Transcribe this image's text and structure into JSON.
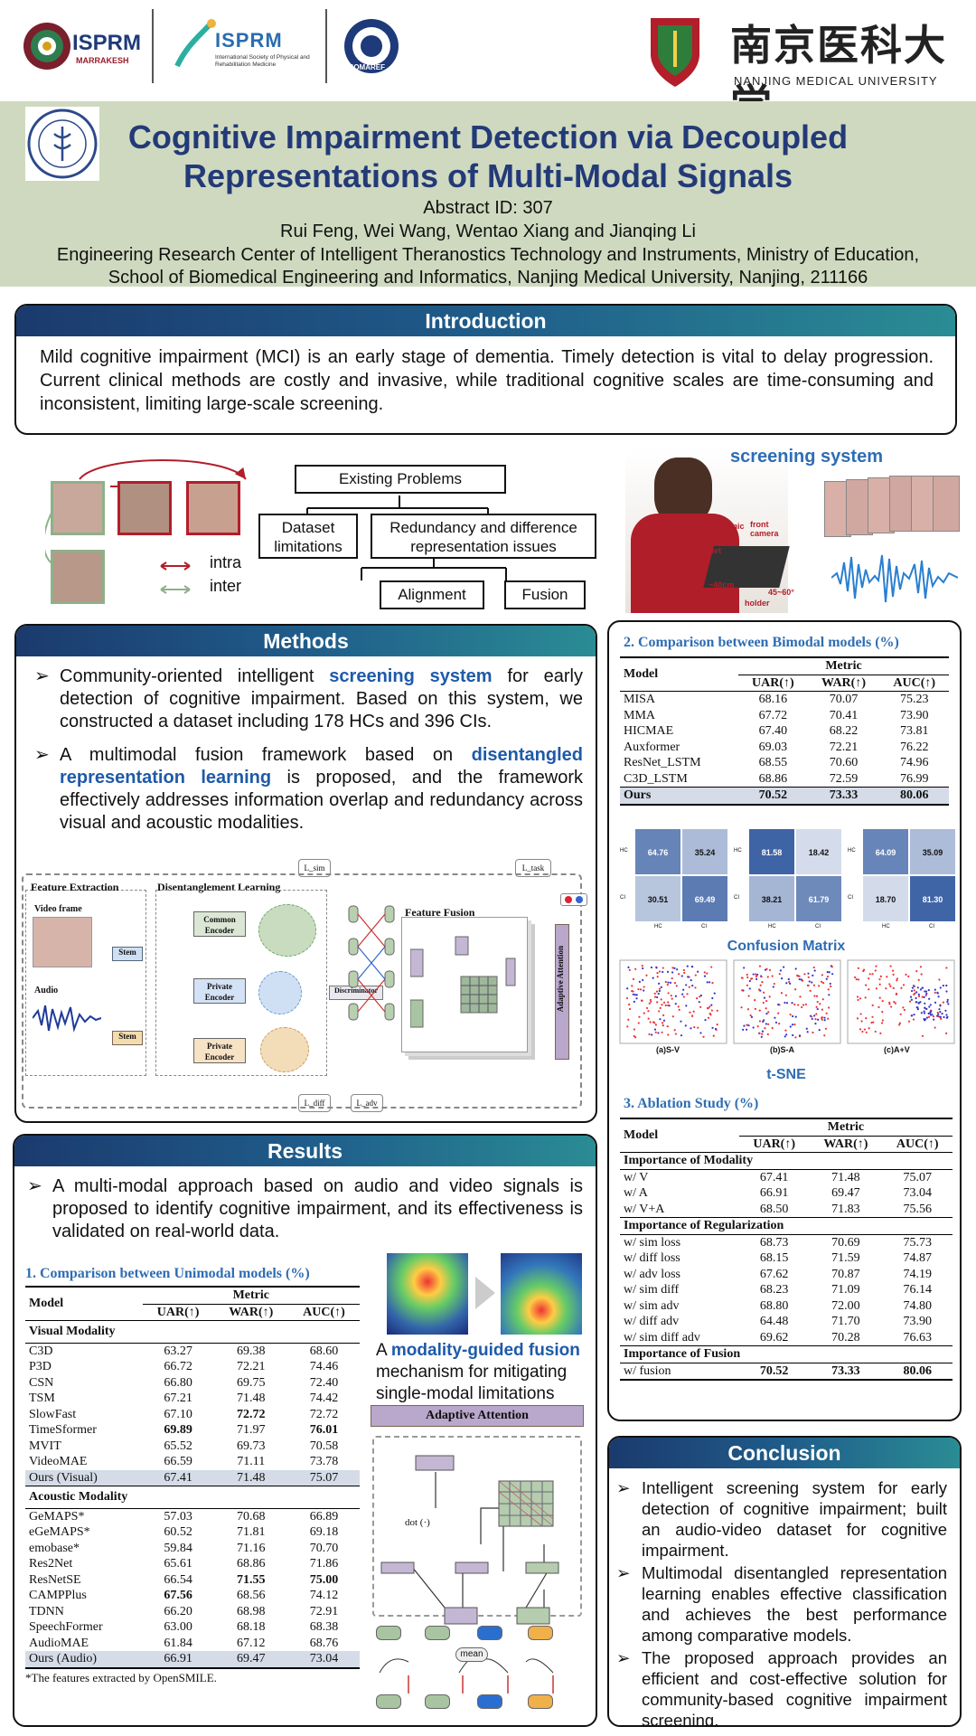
{
  "logos": {
    "isprm1_name": "ISPRM",
    "isprm1_sub": "MARRAKESH",
    "isprm2_name": "ISPRM",
    "isprm2_sub": "International Society of Physical and Rehabilitation Medicine",
    "somaref": "SOMAREF",
    "nmu_cn": "南京医科大学",
    "nmu_en": "NANJING MEDICAL UNIVERSITY"
  },
  "header": {
    "title": "Cognitive Impairment Detection via Decoupled Representations of Multi-Modal Signals",
    "abstract_id": "Abstract ID: 307",
    "authors": "Rui Feng, Wei Wang, Wentao Xiang and Jianqing Li",
    "affiliation1": "Engineering Research Center of Intelligent Theranostics Technology and Instruments, Ministry of Education,",
    "affiliation2": "School of Biomedical Engineering and Informatics, Nanjing Medical University, Nanjing, 211166"
  },
  "introduction": {
    "heading": "Introduction",
    "text": "Mild cognitive impairment (MCI) is an early stage of dementia. Timely detection is vital to delay progression. Current clinical methods are costly and invasive, while traditional cognitive scales are time-consuming and inconsistent, limiting large-scale screening."
  },
  "problems": {
    "root": "Existing Problems",
    "dataset": "Dataset limitations",
    "redundancy": "Redundancy and difference representation issues",
    "alignment": "Alignment",
    "fusion": "Fusion",
    "legend_intra": "intra",
    "legend_inter": "inter"
  },
  "screening": {
    "label": "screening system",
    "mic": "mic",
    "front_camera": "front camera",
    "tablet": "tablet",
    "holder": "holder",
    "angle": "45~60°",
    "distance": "~40cm"
  },
  "methods": {
    "heading": "Methods",
    "bullet1_pre": "Community-oriented intelligent ",
    "bullet1_hl": "screening system",
    "bullet1_post": " for early detection of cognitive impairment. Based on this system, we constructed a dataset including 178 HCs and 396 CIs.",
    "bullet2_pre": "A multimodal fusion framework based on ",
    "bullet2_hl": "disentangled representation learning",
    "bullet2_post": " is proposed, and the framework effectively addresses information overlap and redundancy across visual and acoustic modalities."
  },
  "framework": {
    "feature_extraction": "Feature Extraction",
    "disentanglement": "Disentanglement Learning",
    "feature_fusion": "Feature Fusion",
    "video_frame": "Video frame",
    "audio": "Audio",
    "stem": "Stem",
    "common_encoder": "Common Encoder",
    "private_encoder": "Private Encoder",
    "discriminator": "Discriminator",
    "adaptive_attention": "Adaptive Attention",
    "l_sim": "L_sim",
    "l_task": "L_task",
    "l_diff": "L_diff",
    "l_adv": "L_adv"
  },
  "results": {
    "heading": "Results",
    "bullet": "A multi-modal approach based on audio and video signals is proposed to identify cognitive impairment, and its effectiveness is validated on real-world data.",
    "fusion_pre": "A ",
    "fusion_hl": "modality-guided fusion",
    "fusion_post": " mechanism for mitigating single-modal limitations",
    "adaptive_attention": "Adaptive Attention",
    "mean": "mean",
    "dot": "dot (·)"
  },
  "table1": {
    "title": "1. Comparison between Unimodal models (%)",
    "col_model": "Model",
    "col_metric": "Metric",
    "cols": [
      "UAR(↑)",
      "WAR(↑)",
      "AUC(↑)"
    ],
    "visual_label": "Visual Modality",
    "visual": [
      [
        "C3D",
        "63.27",
        "69.38",
        "68.60"
      ],
      [
        "P3D",
        "66.72",
        "72.21",
        "74.46"
      ],
      [
        "CSN",
        "66.80",
        "69.75",
        "72.40"
      ],
      [
        "TSM",
        "67.21",
        "71.48",
        "74.42"
      ],
      [
        "SlowFast",
        "67.10",
        "72.72",
        "72.72"
      ],
      [
        "TimeSformer",
        "69.89",
        "71.97",
        "76.01"
      ],
      [
        "MVIT",
        "65.52",
        "69.73",
        "70.58"
      ],
      [
        "VideoMAE",
        "66.59",
        "71.11",
        "73.78"
      ],
      [
        "Ours (Visual)",
        "67.41",
        "71.48",
        "75.07"
      ]
    ],
    "acoustic_label": "Acoustic Modality",
    "acoustic": [
      [
        "GeMAPS*",
        "57.03",
        "70.68",
        "66.89"
      ],
      [
        "eGeMAPS*",
        "60.52",
        "71.81",
        "69.18"
      ],
      [
        "emobase*",
        "59.84",
        "71.16",
        "70.70"
      ],
      [
        "Res2Net",
        "65.61",
        "68.86",
        "71.86"
      ],
      [
        "ResNetSE",
        "66.54",
        "71.55",
        "75.00"
      ],
      [
        "CAMPPlus",
        "67.56",
        "68.56",
        "74.12"
      ],
      [
        "TDNN",
        "66.20",
        "68.98",
        "72.91"
      ],
      [
        "SpeechFormer",
        "63.00",
        "68.18",
        "68.38"
      ],
      [
        "AudioMAE",
        "61.84",
        "67.12",
        "68.76"
      ],
      [
        "Ours (Audio)",
        "66.91",
        "69.47",
        "73.04"
      ]
    ],
    "footnote": "*The features extracted by OpenSMILE."
  },
  "table2": {
    "title": "2. Comparison between Bimodal models (%)",
    "col_model": "Model",
    "col_metric": "Metric",
    "cols": [
      "UAR(↑)",
      "WAR(↑)",
      "AUC(↑)"
    ],
    "rows": [
      [
        "MISA",
        "68.16",
        "70.07",
        "75.23"
      ],
      [
        "MMA",
        "67.72",
        "70.41",
        "73.90"
      ],
      [
        "HICMAE",
        "67.40",
        "68.22",
        "73.81"
      ],
      [
        "Auxformer",
        "69.03",
        "72.21",
        "76.22"
      ],
      [
        "ResNet_LSTM",
        "68.55",
        "70.60",
        "74.96"
      ],
      [
        "C3D_LSTM",
        "68.86",
        "72.59",
        "76.99"
      ],
      [
        "Ours",
        "70.52",
        "73.33",
        "80.06"
      ]
    ]
  },
  "confusion": {
    "label": "Confusion Matrix",
    "axis": [
      "HC",
      "CI"
    ],
    "matrices": [
      [
        "64.76",
        "35.24",
        "30.51",
        "69.49"
      ],
      [
        "81.58",
        "18.42",
        "38.21",
        "61.79"
      ],
      [
        "64.09",
        "35.09",
        "18.70",
        "81.30"
      ]
    ],
    "fills": [
      0.6476,
      0.3524,
      0.3051,
      0.6949,
      0.8158,
      0.1842,
      0.3821,
      0.6179,
      0.6409,
      0.3509,
      0.187,
      0.813
    ]
  },
  "tsne": {
    "label": "t-SNE",
    "captions": [
      "(a)S-V",
      "(b)S-A",
      "(c)A+V"
    ]
  },
  "table3": {
    "title": "3. Ablation Study (%)",
    "col_model": "Model",
    "col_metric": "Metric",
    "cols": [
      "UAR(↑)",
      "WAR(↑)",
      "AUC(↑)"
    ],
    "sections": [
      {
        "label": "Importance of Modality",
        "rows": [
          [
            "w/ V",
            "67.41",
            "71.48",
            "75.07"
          ],
          [
            "w/ A",
            "66.91",
            "69.47",
            "73.04"
          ],
          [
            "w/ V+A",
            "68.50",
            "71.83",
            "75.56"
          ]
        ]
      },
      {
        "label": "Importance of Regularization",
        "rows": [
          [
            "w/ sim loss",
            "68.73",
            "70.69",
            "75.73"
          ],
          [
            "w/ diff loss",
            "68.15",
            "71.59",
            "74.87"
          ],
          [
            "w/ adv loss",
            "67.62",
            "70.87",
            "74.19"
          ],
          [
            "w/ sim diff",
            "68.23",
            "71.09",
            "76.14"
          ],
          [
            "w/ sim adv",
            "68.80",
            "72.00",
            "74.80"
          ],
          [
            "w/ diff adv",
            "64.48",
            "71.70",
            "73.90"
          ],
          [
            "w/ sim diff adv",
            "69.62",
            "70.28",
            "76.63"
          ]
        ]
      },
      {
        "label": "Importance of Fusion",
        "rows": [
          [
            "w/ fusion",
            "70.52",
            "73.33",
            "80.06"
          ]
        ]
      }
    ]
  },
  "conclusion": {
    "heading": "Conclusion",
    "bullets": [
      "Intelligent screening system for early detection of cognitive impairment; built an audio-video dataset for cognitive impairment.",
      "Multimodal disentangled representation learning enables effective classification and achieves the best performance among comparative models.",
      "The proposed approach provides an efficient and cost-effective solution for community-based cognitive impairment screening."
    ]
  },
  "colors": {
    "title": "#233a78",
    "header_bg": "#cfd9bf",
    "accent": "#1e5aa8",
    "bar_start": "#1b3a6d",
    "bar_end": "#2a8c94"
  }
}
